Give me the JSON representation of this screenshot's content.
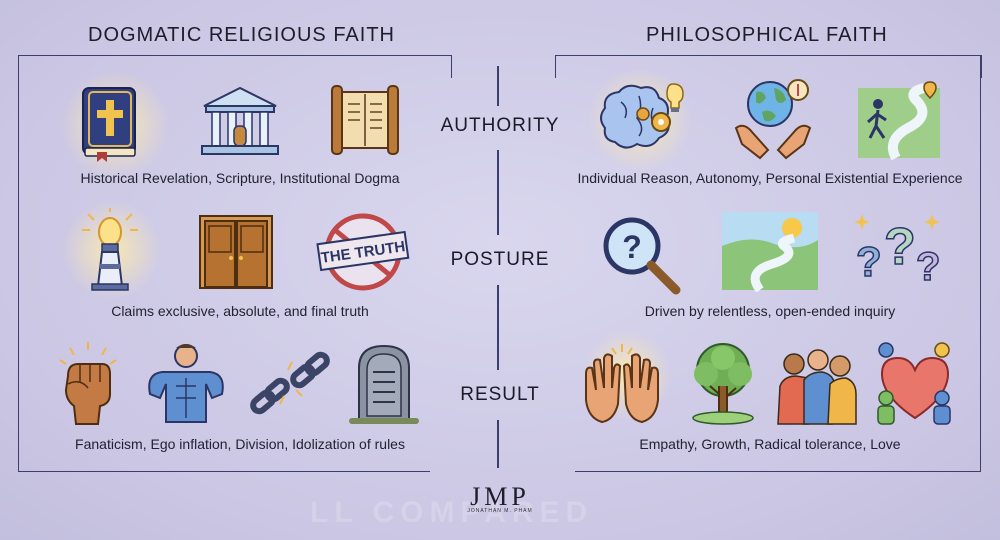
{
  "left": {
    "title": "DOGMATIC RELIGIOUS FAITH",
    "captions": {
      "authority": "Historical Revelation, Scripture, Institutional Dogma",
      "posture": "Claims exclusive, absolute, and final truth",
      "result": "Fanaticism, Ego inflation, Division, Idolization of rules"
    },
    "badge_text": "THE TRUTH"
  },
  "right": {
    "title": "PHILOSOPHICAL FAITH",
    "captions": {
      "authority": "Individual Reason, Autonomy, Personal Existential Experience",
      "posture": "Driven by relentless, open-ended inquiry",
      "result": "Empathy, Growth, Radical tolerance, Love"
    }
  },
  "rows": {
    "authority": "AUTHORITY",
    "posture": "POSTURE",
    "result": "RESULT"
  },
  "logo": {
    "mark": "JMP",
    "subtitle": "JONATHAN M. PHAM"
  },
  "watermark": "LL COMPARED",
  "icons": {
    "left_authority": [
      "bible-icon",
      "institution-building-icon",
      "scroll-icon"
    ],
    "left_posture": [
      "lighthouse-icon",
      "closed-door-icon",
      "the-truth-stamp-icon"
    ],
    "left_result": [
      "raised-fist-icon",
      "flexing-man-icon",
      "broken-chain-icon",
      "tombstone-icon"
    ],
    "right_authority": [
      "brain-gears-icon",
      "hands-globe-icon",
      "walking-path-icon"
    ],
    "right_posture": [
      "magnifier-question-icon",
      "winding-river-sunrise-icon",
      "question-marks-icon"
    ],
    "right_result": [
      "open-hands-icon",
      "tree-icon",
      "hugging-people-icon",
      "heart-people-icon"
    ]
  },
  "colors": {
    "background": "#cdc9e6",
    "lines": "#3c3f6e"
  }
}
